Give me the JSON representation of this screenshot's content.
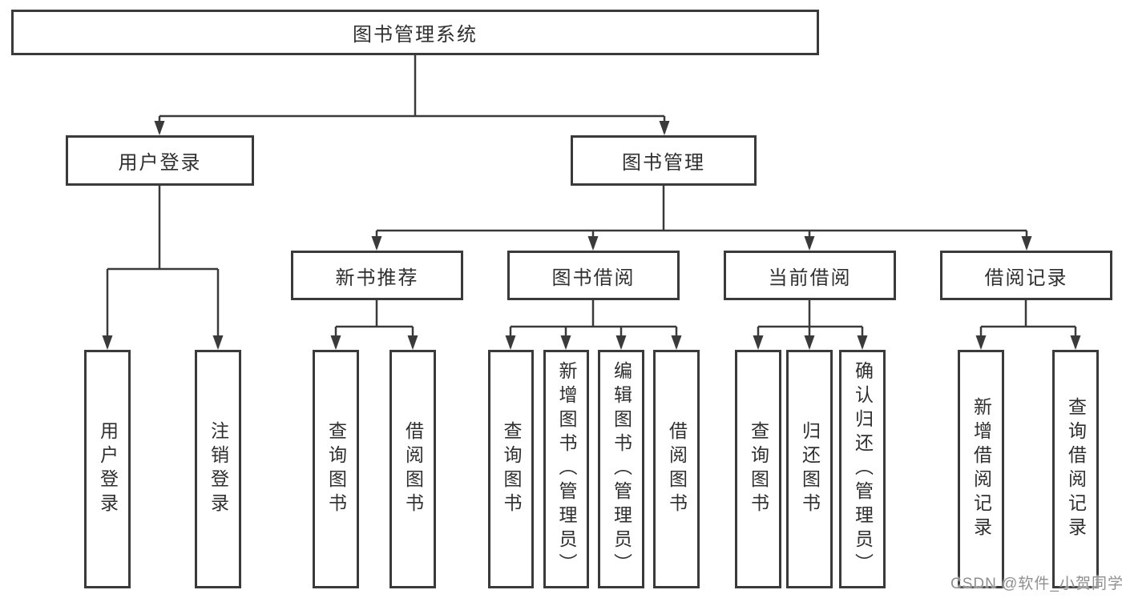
{
  "diagram_type": "hierarchy-tree",
  "colors": {
    "line": "#3a3a3a",
    "box_border": "#3a3a3a",
    "box_fill": "#ffffff",
    "text": "#2f2f2f",
    "watermark": "#8f8f8f",
    "background": "#ffffff"
  },
  "tree": {
    "root": "图书管理系统",
    "level1": [
      "用户登录",
      "图书管理"
    ],
    "level2": [
      "新书推荐",
      "图书借阅",
      "当前借阅",
      "借阅记录"
    ],
    "leaves_user_login": [
      "用户登录",
      "注销登录"
    ],
    "leaves_new_book": [
      "查询图书",
      "借阅图书"
    ],
    "leaves_book_borrow": [
      "查询图书",
      "新增图书（管理员）",
      "编辑图书（管理员）",
      "借阅图书"
    ],
    "leaves_current_borrow": [
      "查询图书",
      "归还图书",
      "确认归还（管理员）"
    ],
    "leaves_borrow_record": [
      "新增借阅记录",
      "查询借阅记录"
    ]
  },
  "watermark": "CSDN @软件_小贺同学"
}
